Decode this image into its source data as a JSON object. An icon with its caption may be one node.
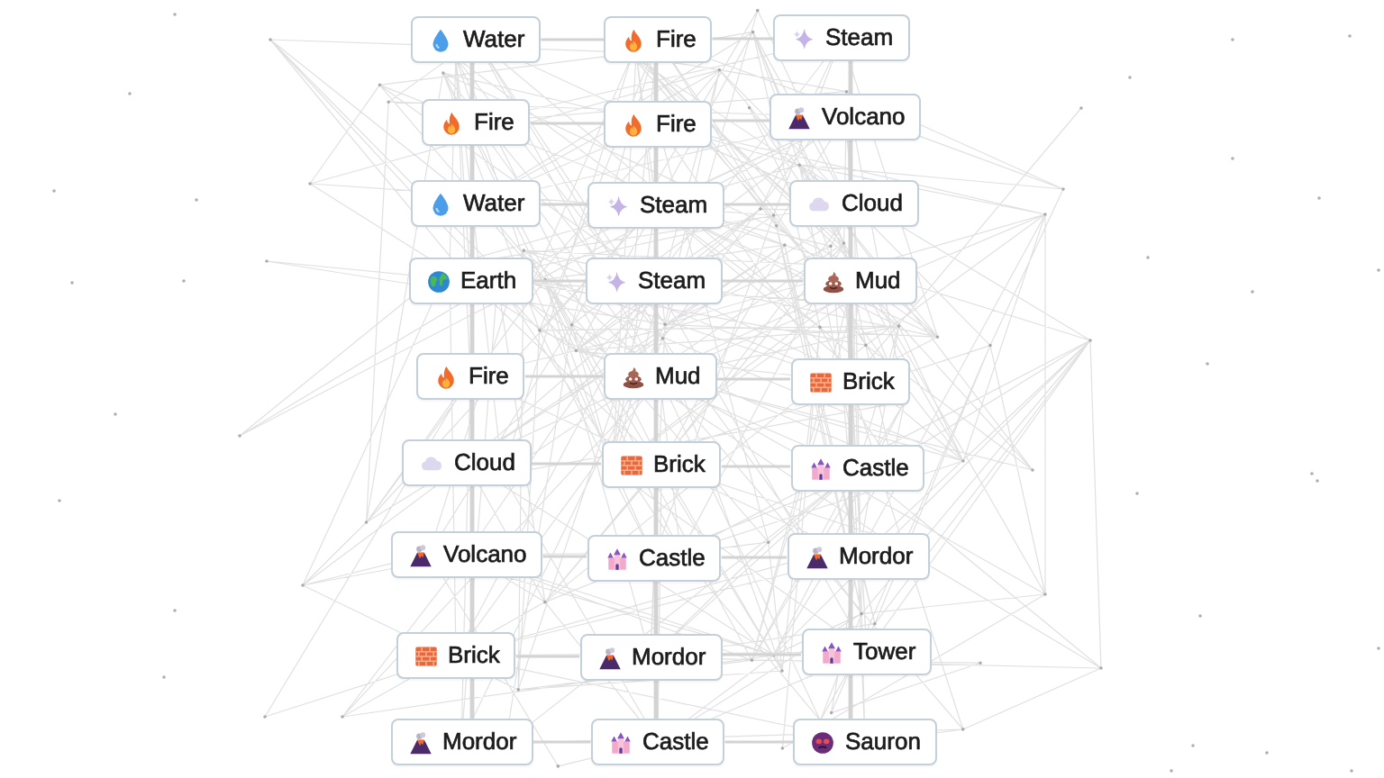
{
  "diagram": {
    "nodes": [
      {
        "text": [
          "Water"
        ]
      },
      {
        "text": [
          "Fire"
        ]
      },
      {
        "text": [
          "Steam"
        ]
      },
      {
        "text": [
          "Fire"
        ]
      },
      {
        "text": [
          "Fire"
        ]
      },
      {
        "text": [
          "Volcano"
        ]
      },
      {
        "text": [
          "Water"
        ]
      },
      {
        "text": [
          "Steam"
        ]
      },
      {
        "text": [
          "Cloud"
        ]
      },
      {
        "text": [
          "Earth"
        ]
      },
      {
        "text": [
          "Steam"
        ]
      },
      {
        "text": [
          "Mud"
        ]
      },
      {
        "text": [
          "Fire"
        ]
      },
      {
        "text": [
          "Mud"
        ]
      },
      {
        "text": [
          "Brick"
        ]
      },
      {
        "text": [
          "Cloud"
        ]
      },
      {
        "text": [
          "Brick"
        ]
      },
      {
        "text": [
          "Castle"
        ]
      },
      {
        "text": [
          "Volcano"
        ]
      },
      {
        "text": [
          "Castle"
        ]
      },
      {
        "text": [
          "Mordor"
        ]
      },
      {
        "text": [
          "Brick"
        ]
      },
      {
        "text": [
          "Mordor"
        ]
      },
      {
        "text": [
          "Tower"
        ]
      },
      {
        "text": [
          "Mordor"
        ]
      },
      {
        "text": [
          "Castle"
        ]
      },
      {
        "text": [
          "Sauron"
        ]
      }
    ],
    "edges": [
      {
        "from": 0,
        "to": 1,
        "arrow": "none"
      },
      {
        "from": 1,
        "to": 2,
        "arrow": "none"
      },
      {
        "from": 3,
        "to": 4,
        "arrow": "none"
      },
      {
        "from": 4,
        "to": 5,
        "arrow": "none"
      },
      {
        "from": 6,
        "to": 7,
        "arrow": "none"
      },
      {
        "from": 7,
        "to": 8,
        "arrow": "none"
      },
      {
        "from": 9,
        "to": 10,
        "arrow": "none"
      },
      {
        "from": 10,
        "to": 11,
        "arrow": "none"
      },
      {
        "from": 12,
        "to": 13,
        "arrow": "none"
      },
      {
        "from": 13,
        "to": 14,
        "arrow": "none"
      },
      {
        "from": 15,
        "to": 16,
        "arrow": "none"
      },
      {
        "from": 16,
        "to": 17,
        "arrow": "none"
      },
      {
        "from": 18,
        "to": 19,
        "arrow": "none"
      },
      {
        "from": 19,
        "to": 20,
        "arrow": "none"
      },
      {
        "from": 21,
        "to": 22,
        "arrow": "none"
      },
      {
        "from": 22,
        "to": 23,
        "arrow": "none"
      },
      {
        "from": 24,
        "to": 25,
        "arrow": "none"
      },
      {
        "from": 25,
        "to": 26,
        "arrow": "none"
      },
      {
        "from": 0,
        "to": 3,
        "arrow": "none"
      },
      {
        "from": 1,
        "to": 4,
        "arrow": "none"
      },
      {
        "from": 2,
        "to": 5,
        "arrow": "none"
      },
      {
        "from": 3,
        "to": 6,
        "arrow": "none"
      },
      {
        "from": 4,
        "to": 7,
        "arrow": "none"
      },
      {
        "from": 5,
        "to": 8,
        "arrow": "none"
      },
      {
        "from": 6,
        "to": 9,
        "arrow": "none"
      },
      {
        "from": 7,
        "to": 10,
        "arrow": "none"
      },
      {
        "from": 8,
        "to": 11,
        "arrow": "none"
      },
      {
        "from": 9,
        "to": 12,
        "arrow": "none"
      },
      {
        "from": 10,
        "to": 13,
        "arrow": "none"
      },
      {
        "from": 11,
        "to": 14,
        "arrow": "none"
      },
      {
        "from": 12,
        "to": 15,
        "arrow": "none"
      },
      {
        "from": 13,
        "to": 16,
        "arrow": "none"
      },
      {
        "from": 14,
        "to": 17,
        "arrow": "none"
      },
      {
        "from": 15,
        "to": 18,
        "arrow": "none"
      },
      {
        "from": 16,
        "to": 19,
        "arrow": "none"
      },
      {
        "from": 17,
        "to": 20,
        "arrow": "none"
      },
      {
        "from": 18,
        "to": 21,
        "arrow": "none"
      },
      {
        "from": 19,
        "to": 22,
        "arrow": "none"
      },
      {
        "from": 20,
        "to": 23,
        "arrow": "none"
      },
      {
        "from": 21,
        "to": 24,
        "arrow": "none"
      },
      {
        "from": 22,
        "to": 25,
        "arrow": "none"
      },
      {
        "from": 23,
        "to": 26,
        "arrow": "none"
      }
    ]
  }
}
